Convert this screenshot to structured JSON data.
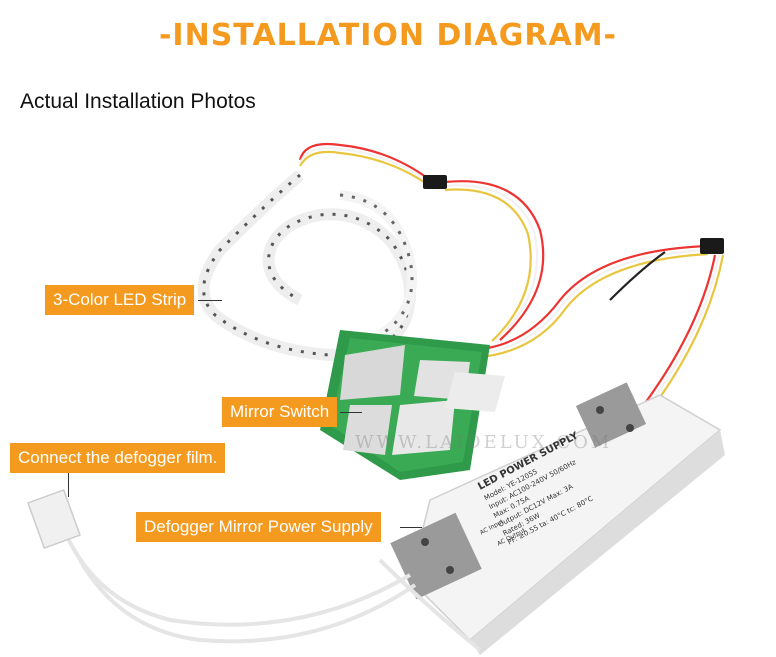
{
  "title": "-INSTALLATION DIAGRAM-",
  "subtitle": "Actual Installation Photos",
  "labels": {
    "led_strip": "3-Color LED Strip",
    "mirror_switch": "Mirror Switch",
    "defogger_film": "Connect the defogger film.",
    "power_supply": "Defogger Mirror Power Supply"
  },
  "watermark": "WWW.LAIDELUX.COM",
  "power_supply_text": {
    "heading": "LED POWER SUPPLY",
    "lines": [
      "Model: YE-12055",
      "Input: AC100-240V 50/60Hz",
      "Max: 0.75A",
      "Output: DC12V  Max: 3A",
      "Rated: 36W",
      "PF: ≥0.55  ta: 40°C  tc: 80°C"
    ],
    "ac_input": "AC Input",
    "ac_output": "AC Output"
  },
  "colors": {
    "accent": "#f49a1f",
    "label_bg": "#f49a1f"
  }
}
